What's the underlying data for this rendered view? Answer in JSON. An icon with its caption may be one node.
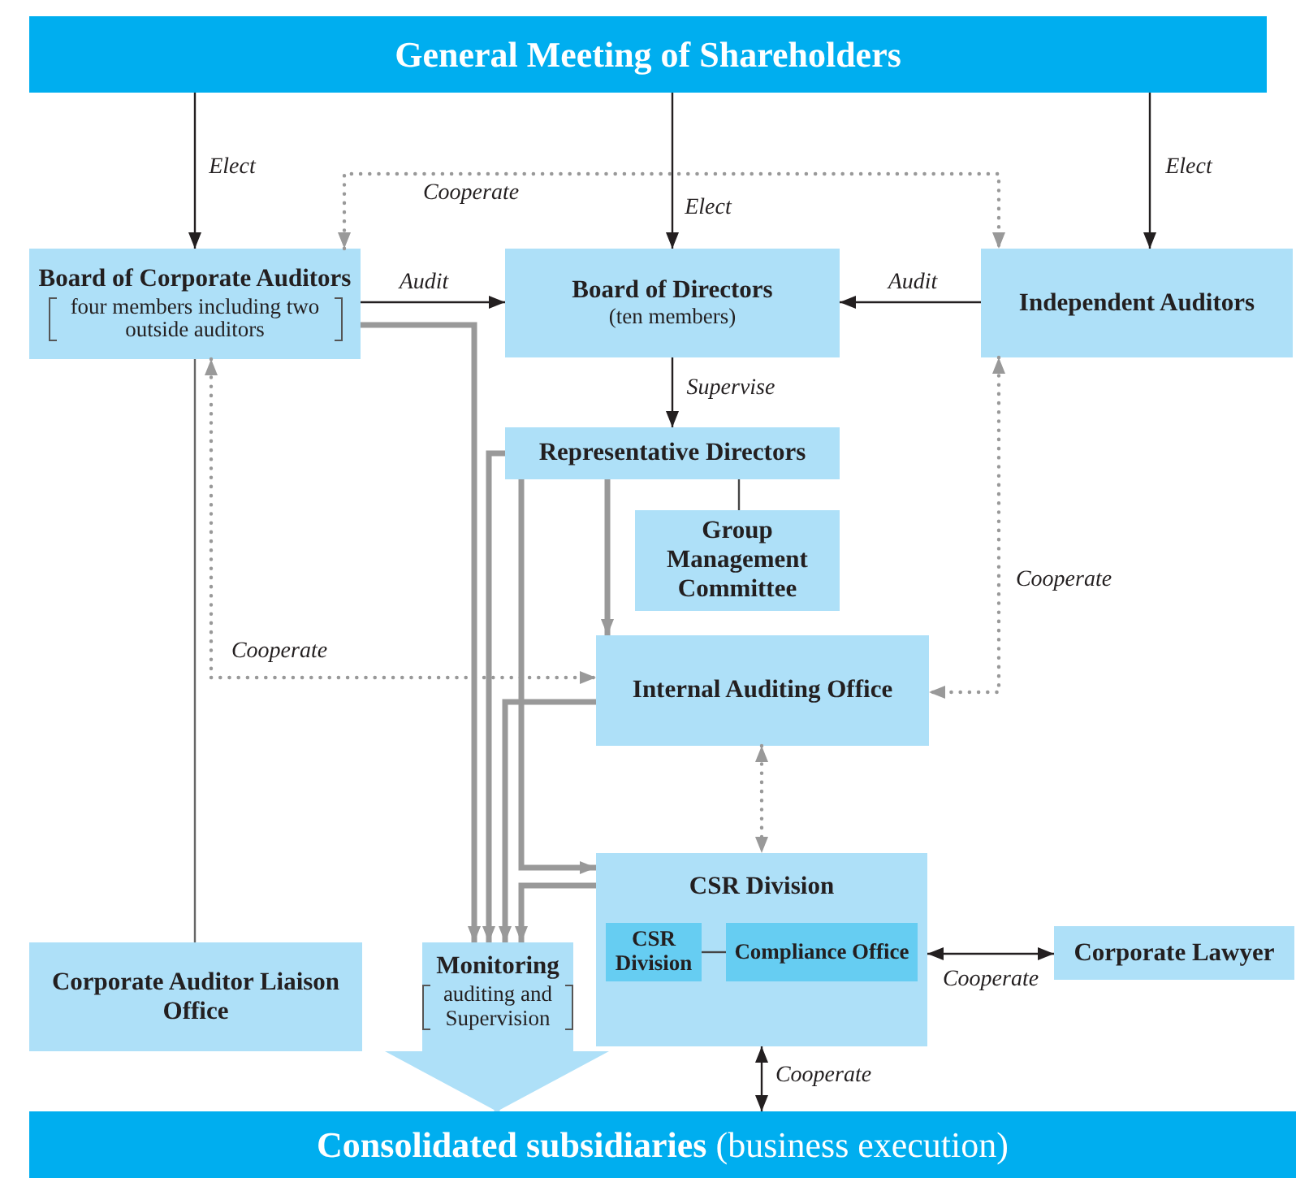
{
  "diagram": {
    "nodes": [
      {
        "text": [
          "General Meeting of Shareholders"
        ]
      },
      {
        "text": [
          "Board of Corporate Auditors",
          "four members including two outside auditors"
        ]
      },
      {
        "text": [
          "Board of Directors",
          "(ten members)"
        ]
      },
      {
        "text": [
          "Independent Auditors"
        ]
      },
      {
        "text": [
          "Representative Directors"
        ]
      },
      {
        "text": [
          "Group Management Committee"
        ]
      },
      {
        "text": [
          "Internal Auditing Office"
        ]
      },
      {
        "text": [
          "Corporate Auditor Liaison Office"
        ]
      },
      {
        "text": [
          "Monitoring",
          "auditing and Supervision"
        ]
      },
      {
        "text": [
          "CSR Division"
        ]
      },
      {
        "text": [
          "CSR Division"
        ],
        "in": 9
      },
      {
        "text": [
          "Compliance Office"
        ],
        "in": 9
      },
      {
        "text": [
          "Corporate Lawyer"
        ]
      },
      {
        "text": [
          "**Consolidated subsidiaries** (business execution)"
        ]
      }
    ],
    "edges": [
      {
        "from": 0,
        "to": 1,
        "arrow": "to",
        "label": "Elect",
        "color": "#231f20"
      },
      {
        "from": 0,
        "to": 2,
        "arrow": "to",
        "label": "Elect",
        "color": "#231f20"
      },
      {
        "from": 0,
        "to": 3,
        "arrow": "to",
        "label": "Elect",
        "color": "#231f20"
      },
      {
        "from": 1,
        "to": 3,
        "arrow": "both",
        "label": "Cooperate",
        "style": "dashed"
      },
      {
        "from": 1,
        "to": 2,
        "arrow": "to",
        "label": "Audit",
        "color": "#231f20"
      },
      {
        "from": 3,
        "to": 2,
        "arrow": "to",
        "label": "Audit",
        "color": "#231f20"
      },
      {
        "from": 2,
        "to": 4,
        "arrow": "to",
        "label": "Supervise",
        "color": "#231f20"
      },
      {
        "from": 4,
        "to": 5,
        "arrow": "none",
        "color": "#444444"
      },
      {
        "from": 4,
        "to": 6,
        "arrow": "to",
        "style": "thick"
      },
      {
        "from": 1,
        "to": 8,
        "arrow": "to",
        "style": "thick"
      },
      {
        "from": 4,
        "to": 8,
        "arrow": "to",
        "style": "thick"
      },
      {
        "from": 6,
        "to": 8,
        "arrow": "to",
        "style": "thick"
      },
      {
        "from": 4,
        "to": 9,
        "arrow": "to",
        "style": "thick"
      },
      {
        "from": 9,
        "to": 8,
        "arrow": "to",
        "style": "thick"
      },
      {
        "from": 1,
        "to": 6,
        "arrow": "both",
        "label": "Cooperate",
        "style": "dashed"
      },
      {
        "from": 3,
        "to": 6,
        "arrow": "both",
        "label": "Cooperate",
        "style": "dashed"
      },
      {
        "from": 6,
        "to": 9,
        "arrow": "both",
        "style": "dashed"
      },
      {
        "from": 1,
        "to": 7,
        "arrow": "none",
        "color": "#666666"
      },
      {
        "from": 10,
        "to": 11,
        "arrow": "none",
        "color": "#444444"
      },
      {
        "from": 9,
        "to": 12,
        "arrow": "both",
        "label": "Cooperate",
        "color": "#231f20"
      },
      {
        "from": 9,
        "to": 13,
        "arrow": "both",
        "label": "Cooperate",
        "color": "#231f20"
      },
      {
        "from": 8,
        "to": 13,
        "arrow": "to",
        "style": "thick",
        "color": "#aee0f8"
      }
    ]
  }
}
